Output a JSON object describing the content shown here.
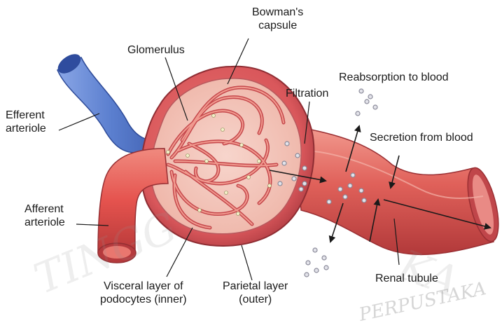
{
  "labels": {
    "bowmans_capsule": [
      "Bowman's",
      "capsule"
    ],
    "glomerulus": "Glomerulus",
    "reabsorption": "Reabsorption to blood",
    "filtration": "Filtration",
    "efferent": [
      "Efferent",
      "arteriole"
    ],
    "secretion": "Secretion from blood",
    "afferent": [
      "Afferent",
      "arteriole"
    ],
    "renal_tubule": "Renal tubule",
    "visceral": [
      "Visceral layer of",
      "podocytes (inner)"
    ],
    "parietal": [
      "Parietal layer",
      "(outer)"
    ]
  },
  "watermark": {
    "arc_text": "TINGG",
    "arc_text_2": "KA",
    "corner_text": "PERPUSTAKA"
  },
  "colors": {
    "capsule": "#dd5b5f",
    "capsule_dark": "#a8353b",
    "inner": "#f3c3b9",
    "capillary": "#e97c71",
    "afferent": "#e8524f",
    "efferent": "#5b7fcf",
    "tubule": "#df5d57",
    "particle": "#c9c9cf"
  }
}
